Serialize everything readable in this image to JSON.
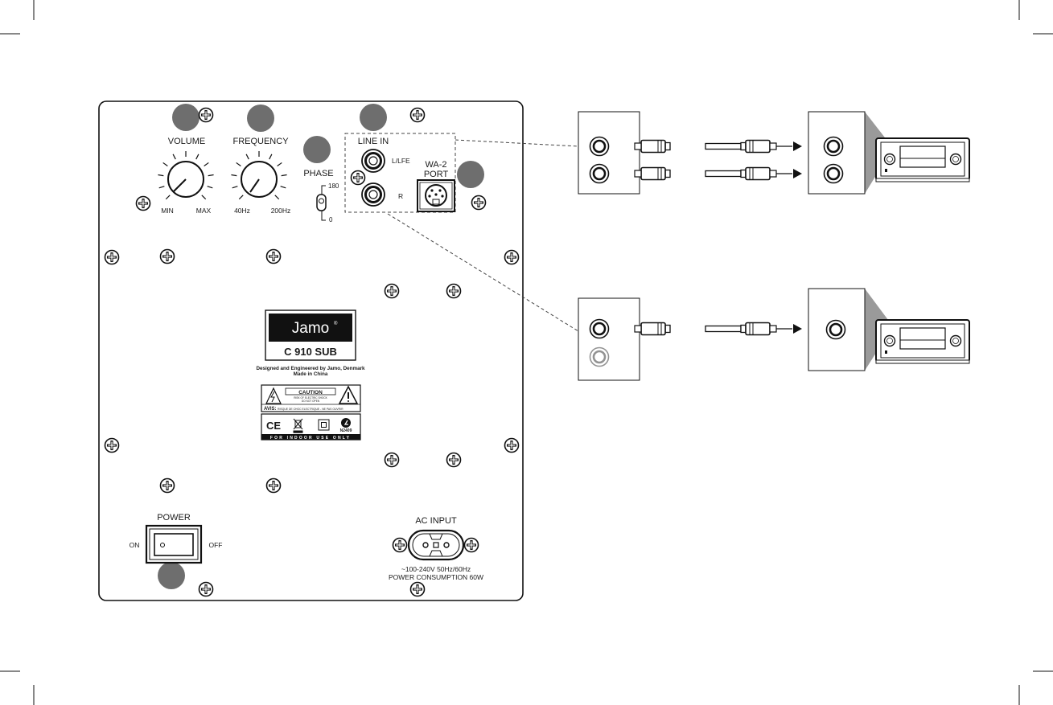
{
  "panel": {
    "volume_label": "VOLUME",
    "volume_min": "MIN",
    "volume_max": "MAX",
    "frequency_label": "FREQUENCY",
    "frequency_min": "40Hz",
    "frequency_max": "200Hz",
    "phase_label": "PHASE",
    "phase_180": "180",
    "phase_0": "0",
    "line_in_label": "LINE IN",
    "line_in_left": "L/LFE",
    "line_in_right": "R",
    "wa2_label_1": "WA-2",
    "wa2_label_2": "PORT",
    "power_label": "POWER",
    "power_on": "ON",
    "power_off": "OFF",
    "ac_input_label": "AC INPUT",
    "ac_input_spec_1": "~100-240V 50Hz/60Hz",
    "ac_input_spec_2": "POWER CONSUMPTION 60W"
  },
  "nameplate": {
    "logo": "Jamo",
    "model": "C 910 SUB",
    "designed_line": "Designed and Engineered by Jamo, Denmark",
    "made_line": "Made in China"
  },
  "caution_label": {
    "caution": "CAUTION",
    "caution_sub_1": "RISK OF ELECTRIC SHOCK",
    "caution_sub_2": "DO NOT OPEN",
    "avis": "AVIS:",
    "avis_text": "RISQUE DE CHOC ELECTRIQUE - NE PAS OUVRIR",
    "cert_code": "N2409",
    "indoor": "FOR INDOOR USE ONLY"
  },
  "callout_color": "#6e6e6e",
  "icons": [
    "screw-icon",
    "rca-jack-icon",
    "receiver-icon",
    "arrow-icon",
    "ce-mark-icon",
    "weee-bin-icon",
    "double-insulation-icon",
    "c-tick-icon",
    "warning-triangle-icon"
  ]
}
